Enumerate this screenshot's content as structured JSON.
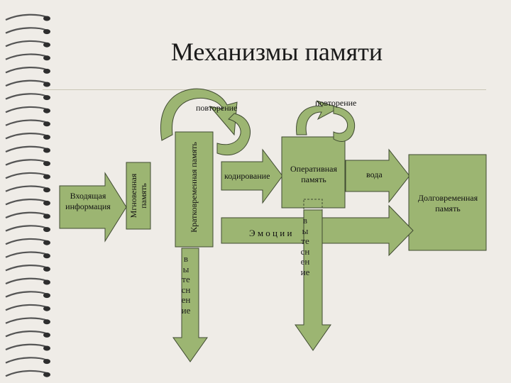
{
  "title": "Механизмы памяти",
  "labels": {
    "repeat_left": "повторение",
    "repeat_right": "повторение",
    "input_info": "Входящая информация",
    "instant_memory": "Мгновенная память",
    "short_term_memory": "Кратковременная память",
    "coding": "кодирование",
    "working_memory": "Оперативная память",
    "input_long": "вода",
    "long_term_memory": "Долговременная память",
    "emotions": "Э м о ц и и",
    "forget_left": "вытеснение",
    "forget_right": "вытеснение"
  },
  "colors": {
    "arrow_fill": "#9cb572",
    "box_fill": "#9cb572",
    "outline": "#3f4a31",
    "background": "#efece7"
  }
}
